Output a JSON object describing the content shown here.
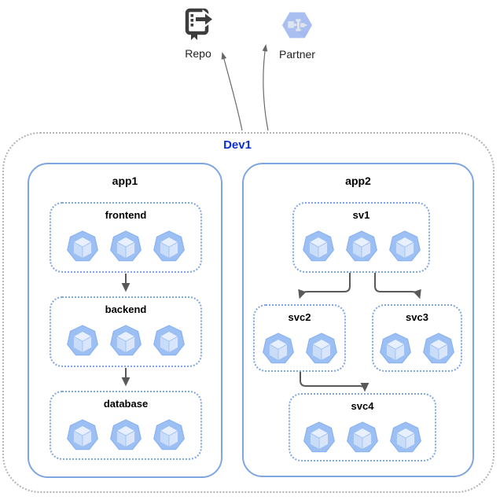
{
  "external": {
    "repo": {
      "label": "Repo",
      "icon": "source-repository-icon"
    },
    "partner": {
      "label": "Partner",
      "icon": "partner-hexagon-icon"
    }
  },
  "cluster": {
    "label": "Dev1",
    "apps": [
      {
        "label": "app1",
        "services": [
          {
            "label": "frontend",
            "pods": 3
          },
          {
            "label": "backend",
            "pods": 3
          },
          {
            "label": "database",
            "pods": 3
          }
        ]
      },
      {
        "label": "app2",
        "services": [
          {
            "label": "sv1",
            "pods": 3
          },
          {
            "label": "svc2",
            "pods": 2
          },
          {
            "label": "svc3",
            "pods": 2
          },
          {
            "label": "svc4",
            "pods": 3
          }
        ]
      }
    ]
  },
  "connections": [
    {
      "from": "frontend",
      "to": "backend"
    },
    {
      "from": "backend",
      "to": "database"
    },
    {
      "from": "sv1",
      "to": "svc2"
    },
    {
      "from": "sv1",
      "to": "svc3"
    },
    {
      "from": "svc2",
      "to": "svc4"
    },
    {
      "from": "Dev1",
      "to": "Repo"
    },
    {
      "from": "Dev1",
      "to": "Partner"
    }
  ],
  "colors": {
    "app_border": "#7ea6e0",
    "cluster_border": "#b3b3b3",
    "cluster_label": "#0e2fd0",
    "service_label": "#000000",
    "arrow_thick": "#595959",
    "arrow_thin": "#666666",
    "pod_heptagon": "#9cbff4",
    "pod_cube_top": "#e8f0fd",
    "pod_cube_left": "#c9dcf8",
    "pod_cube_right": "#d8e5fa",
    "partner_hexagon": "#a9bef1",
    "repo_icon": "#3d3d3d"
  }
}
